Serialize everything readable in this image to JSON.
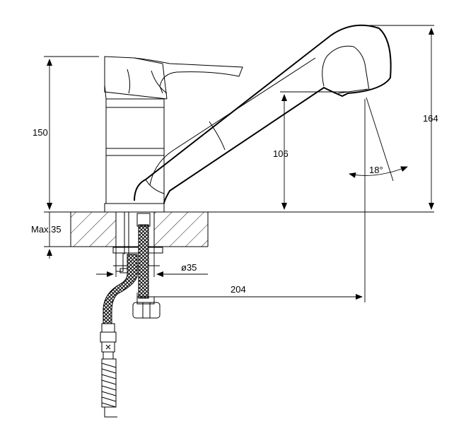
{
  "dimensions": {
    "height_total": "150",
    "height_spout": "164",
    "height_outlet": "106",
    "angle": "18°",
    "counter_thickness": "Max.35",
    "hole_diameter": "ø35",
    "reach": "204"
  }
}
